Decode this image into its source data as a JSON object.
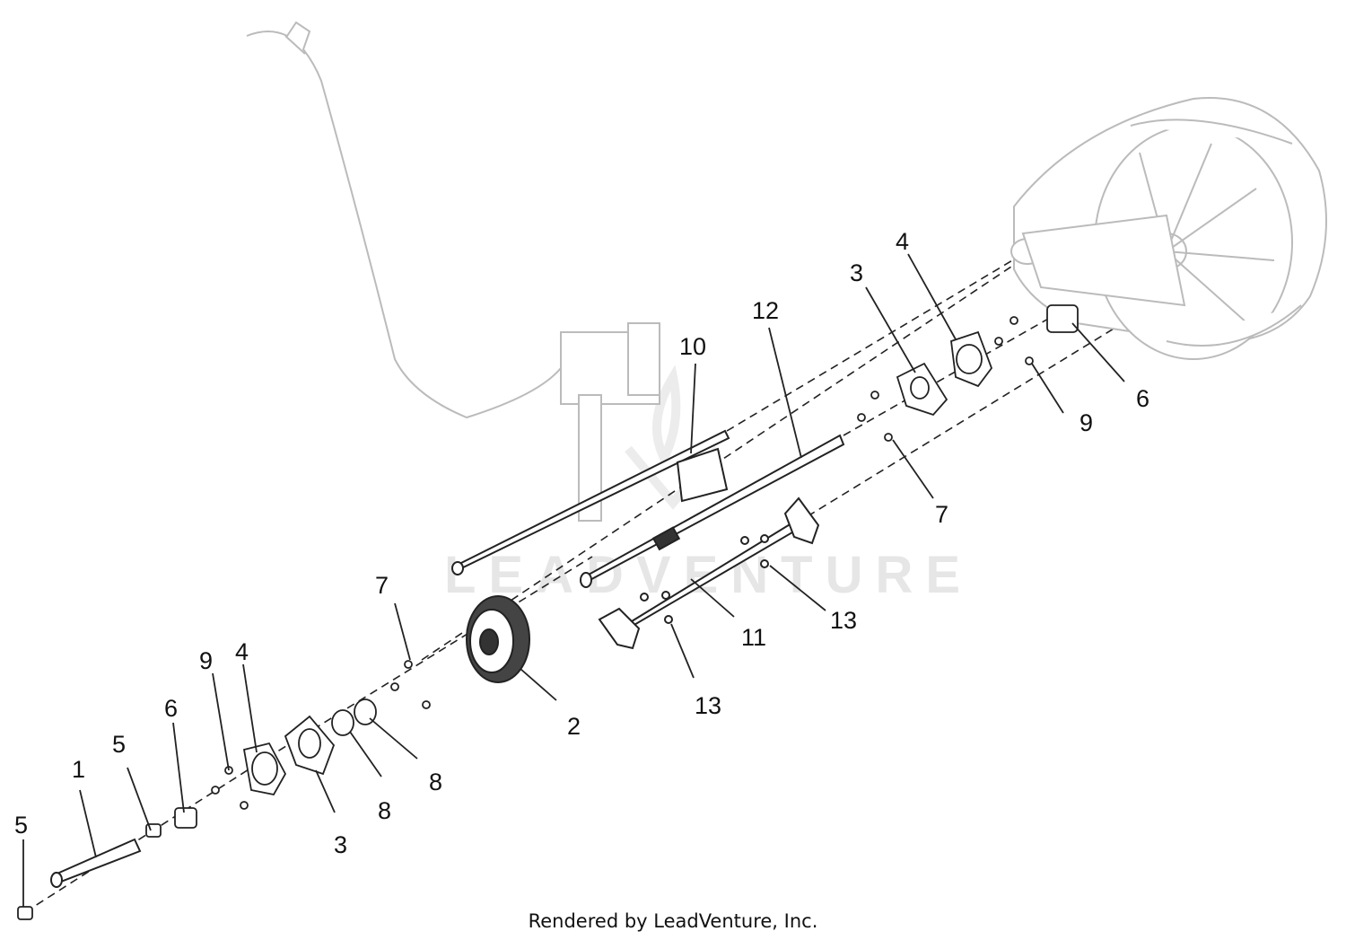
{
  "diagram": {
    "watermark": "LEADVENTURE",
    "footer": "Rendered by LeadVenture, Inc.",
    "callouts": [
      {
        "id": "c-1",
        "label": "1"
      },
      {
        "id": "c-2",
        "label": "2"
      },
      {
        "id": "c-3a",
        "label": "3"
      },
      {
        "id": "c-3b",
        "label": "3"
      },
      {
        "id": "c-4a",
        "label": "4"
      },
      {
        "id": "c-4b",
        "label": "4"
      },
      {
        "id": "c-5a",
        "label": "5"
      },
      {
        "id": "c-5b",
        "label": "5"
      },
      {
        "id": "c-6a",
        "label": "6"
      },
      {
        "id": "c-6b",
        "label": "6"
      },
      {
        "id": "c-7a",
        "label": "7"
      },
      {
        "id": "c-7b",
        "label": "7"
      },
      {
        "id": "c-8a",
        "label": "8"
      },
      {
        "id": "c-8b",
        "label": "8"
      },
      {
        "id": "c-9a",
        "label": "9"
      },
      {
        "id": "c-9b",
        "label": "9"
      },
      {
        "id": "c-10",
        "label": "10"
      },
      {
        "id": "c-11",
        "label": "11"
      },
      {
        "id": "c-12",
        "label": "12"
      },
      {
        "id": "c-13a",
        "label": "13"
      },
      {
        "id": "c-13b",
        "label": "13"
      }
    ]
  }
}
